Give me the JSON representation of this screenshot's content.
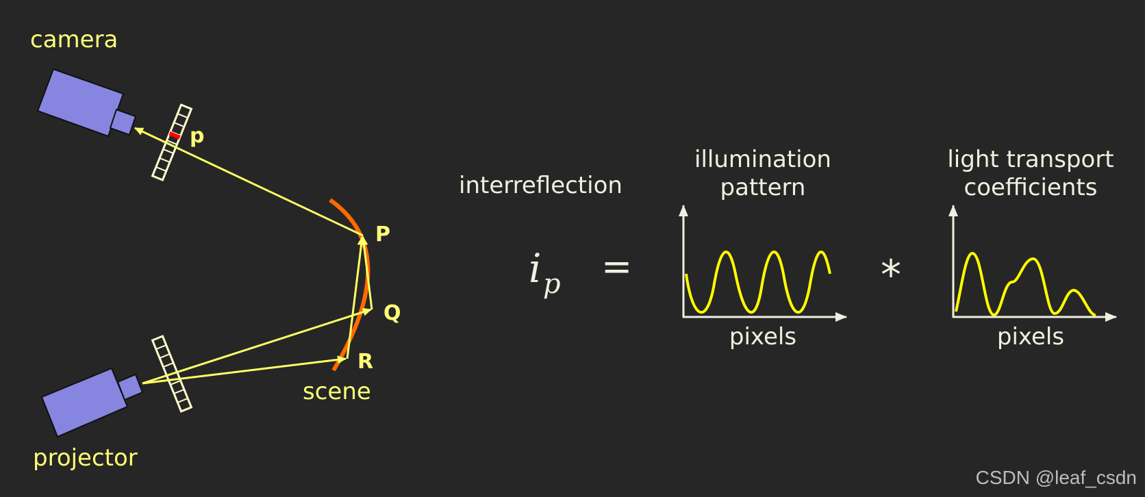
{
  "labels": {
    "camera": "camera",
    "projector": "projector",
    "scene": "scene",
    "point_p_small": "p",
    "point_P": "P",
    "point_Q": "Q",
    "point_R": "R",
    "interreflection": "interreflection",
    "illumination_line1": "illumination",
    "illumination_line2": "pattern",
    "transport_line1": "light transport",
    "transport_line2": "coefficients",
    "pixels_left": "pixels",
    "pixels_right": "pixels",
    "equals": "=",
    "convolve": "*",
    "ip_base": "i",
    "ip_sub": "p"
  },
  "watermark": "CSDN @leaf_csdn",
  "colors": {
    "background": "#262626",
    "device": "#8686e0",
    "ray": "#ffff66",
    "surface": "#ff6a00",
    "highlight_pixel": "#ff0000",
    "text_yellow": "#ffff78",
    "text_white": "#f0f0e0"
  }
}
